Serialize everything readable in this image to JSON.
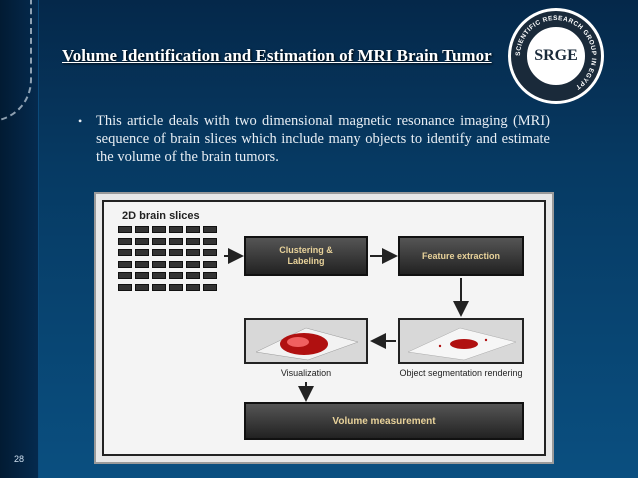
{
  "slide": {
    "title": "Volume Identification and Estimation of MRI Brain Tumor",
    "page_number": "28",
    "logo_text": "SRGE",
    "logo_ring_text": "SCIENTIFIC RESEARCH GROUP IN EGYPT"
  },
  "bullet": {
    "text": "This article deals with two dimensional magnetic resonance imaging (MRI) sequence of brain slices which include many objects to identify and estimate the volume of the brain tumors."
  },
  "diagram": {
    "slices_label": "2D brain slices",
    "clustering_label": "Clustering & Labeling",
    "feature_label": "Feature extraction",
    "visualization_label": "Visualization",
    "segmentation_label": "Object segmentation rendering",
    "volume_label": "Volume measurement"
  },
  "colors": {
    "background": "#063a63",
    "title": "#ffffff",
    "box_text": "#e8d29a"
  }
}
